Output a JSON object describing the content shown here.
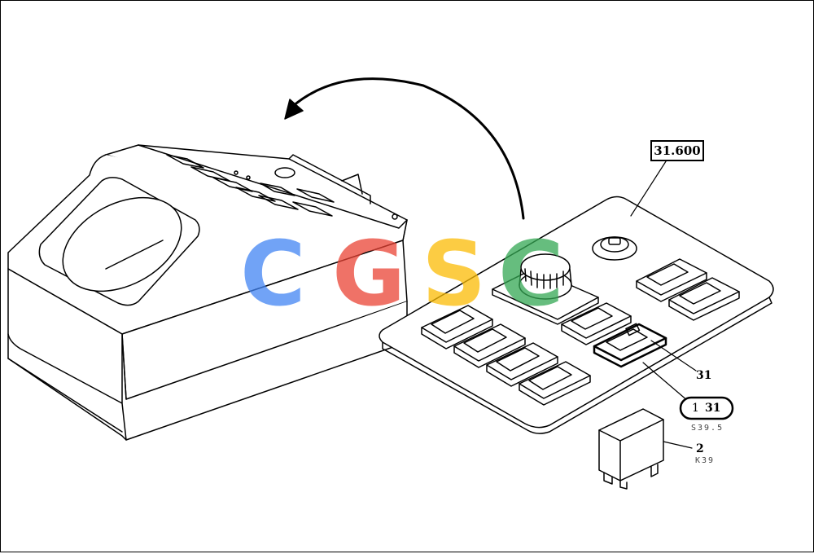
{
  "diagram": {
    "ref_box": "31.600",
    "callouts": [
      {
        "id": "switch-31",
        "label": "31"
      },
      {
        "id": "group-1-31",
        "qty": "1",
        "label": "31",
        "sub": "S39.5"
      },
      {
        "id": "relay-2",
        "label": "2",
        "sub": "K39"
      }
    ]
  },
  "watermark": {
    "letters": [
      "C",
      "G",
      "S",
      "C"
    ],
    "colors": [
      "#4285F4",
      "#EA4335",
      "#FBBC05",
      "#34A853"
    ]
  }
}
